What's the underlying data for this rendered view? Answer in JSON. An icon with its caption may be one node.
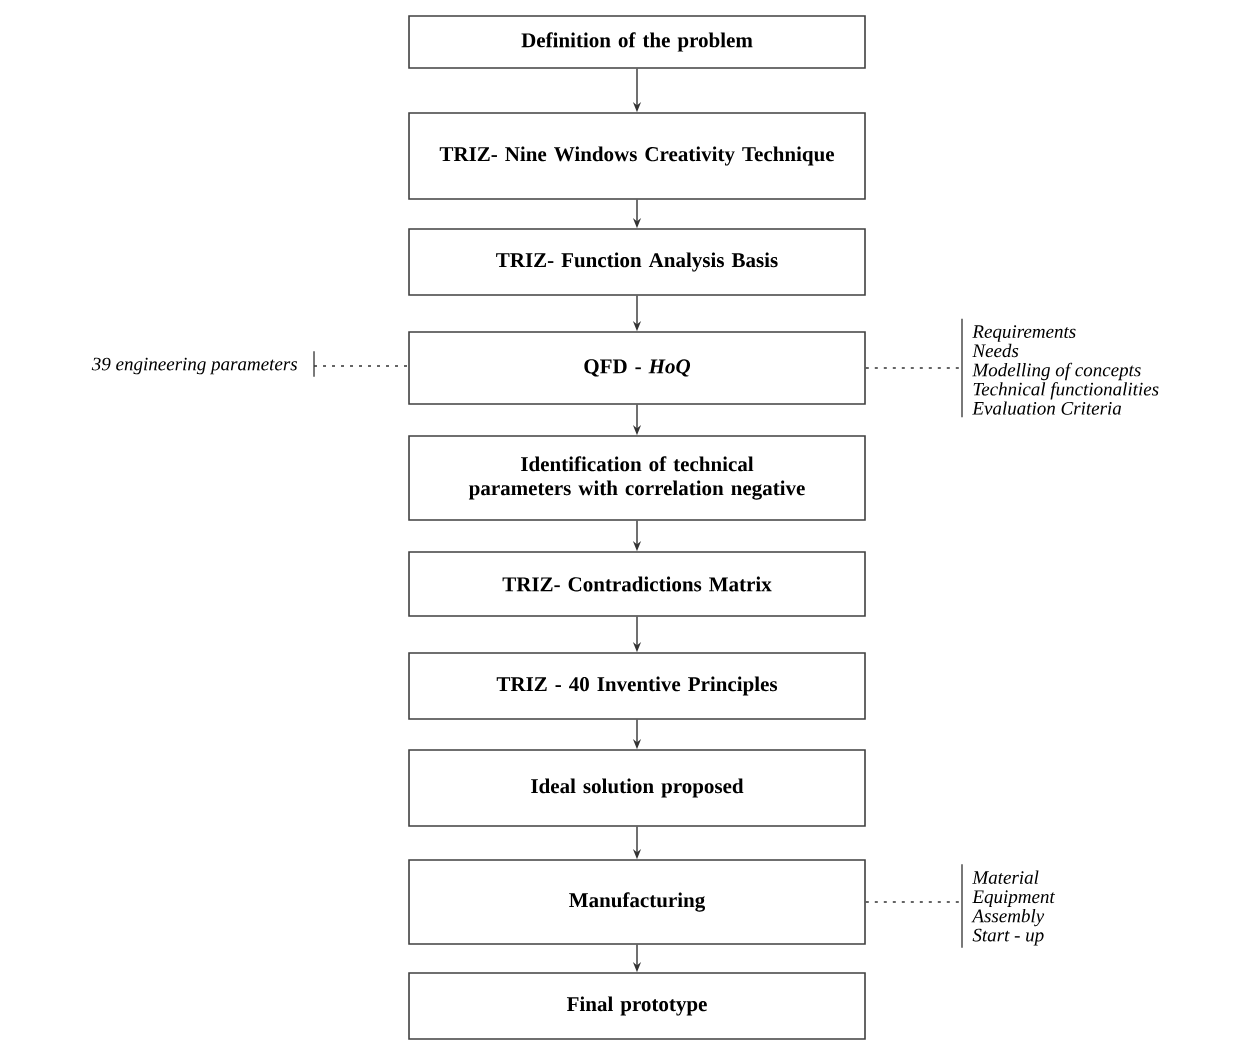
{
  "diagram": {
    "nodes": [
      {
        "text": [
          "Definition of the problem"
        ]
      },
      {
        "text": [
          "TRIZ- Nine Windows Creativity Technique"
        ]
      },
      {
        "text": [
          "TRIZ- Function Analysis Basis"
        ]
      },
      {
        "text": [
          "QFD - *HoQ*"
        ]
      },
      {
        "text": [
          "Identification of technical parameters with correlation negative"
        ]
      },
      {
        "text": [
          "TRIZ- Contradictions Matrix"
        ]
      },
      {
        "text": [
          "TRIZ - 40 Inventive Principles"
        ]
      },
      {
        "text": [
          "Ideal solution proposed"
        ]
      },
      {
        "text": [
          "Manufacturing"
        ]
      },
      {
        "text": [
          "Final prototype"
        ]
      },
      {
        "text": [
          "39 engineering parameters"
        ]
      },
      {
        "text": [
          "Requirements",
          "Needs",
          "Modelling of concepts",
          "Technical functionalities",
          "Evaluation Criteria"
        ]
      },
      {
        "text": [
          "Material",
          "Equipment",
          "Assembly",
          "Start - up"
        ]
      }
    ],
    "edges": [
      {
        "from": 0,
        "to": 1,
        "arrow": "to"
      },
      {
        "from": 1,
        "to": 2,
        "arrow": "to"
      },
      {
        "from": 2,
        "to": 3,
        "arrow": "to"
      },
      {
        "from": 3,
        "to": 4,
        "arrow": "to"
      },
      {
        "from": 4,
        "to": 5,
        "arrow": "to"
      },
      {
        "from": 5,
        "to": 6,
        "arrow": "to"
      },
      {
        "from": 6,
        "to": 7,
        "arrow": "to"
      },
      {
        "from": 7,
        "to": 8,
        "arrow": "to"
      },
      {
        "from": 8,
        "to": 9,
        "arrow": "to"
      },
      {
        "from": 10,
        "to": 3,
        "arrow": "none",
        "style": "dashed"
      },
      {
        "from": 3,
        "to": 11,
        "arrow": "none",
        "style": "dashed"
      },
      {
        "from": 8,
        "to": 12,
        "arrow": "none",
        "style": "dashed"
      }
    ]
  }
}
